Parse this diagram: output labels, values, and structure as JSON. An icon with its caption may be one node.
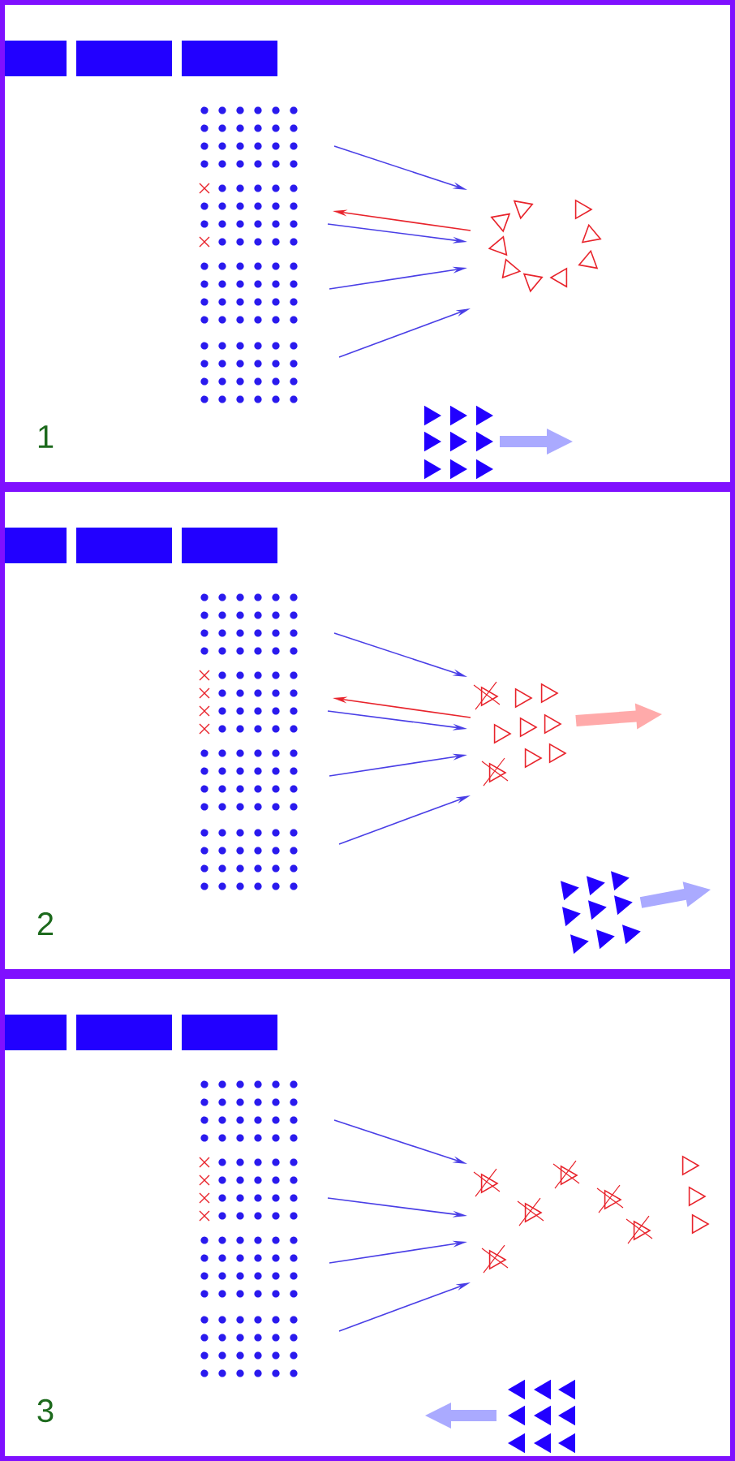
{
  "diagram": {
    "labels": [
      "1",
      "2",
      "3"
    ]
  }
}
